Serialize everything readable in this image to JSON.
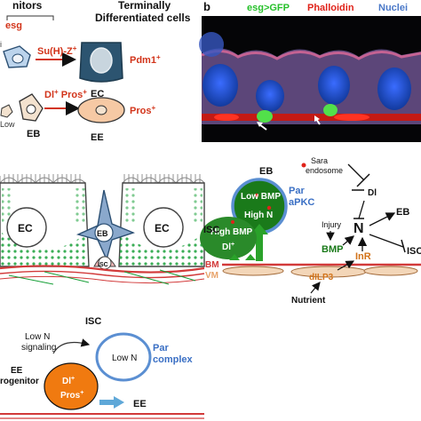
{
  "top_left": {
    "progenitors_header": "nitors",
    "terminal_header_line1": "Terminally",
    "terminal_header_line2": "Differentiated cells",
    "esg_label": "esg",
    "suh_label": "Su(H)-Z",
    "suh_sup": "+",
    "pdm1_label": "Pdm1",
    "pdm1_sup": "+",
    "ec_label": "EC",
    "dl_label": "Dl",
    "dl_sup": "+",
    "pros_inline": " Pros",
    "pros_inline_sup": "+",
    "pros_label": "Pros",
    "pros_sup": "+",
    "eb_label": "EB",
    "ee_label": "EE",
    "low_label": "Low",
    "i_label": "i"
  },
  "panel_b": {
    "panel_letter": "b",
    "legend_esg": "esg>GFP",
    "legend_phalloidin": "Phalloidin",
    "legend_nuclei": "Nuclei",
    "colors": {
      "esg": "#27c12b",
      "phalloidin": "#e0231a",
      "nuclei": "#4a78c8"
    }
  },
  "middle_left": {
    "ec_left": "EC",
    "ec_right": "EC",
    "eb": "EB",
    "isc": "ISC"
  },
  "middle_right": {
    "eb_label": "EB",
    "isc_label": "ISC",
    "low_bmp": "Low BMP",
    "high_n": "High N",
    "high_bmp": "High BMP",
    "dl_label": "Dl",
    "dl_sup": "+",
    "par_line1": "Par",
    "par_line2": "aPKC",
    "sara_line1": "Sara",
    "sara_line2": "endosome",
    "dl_inhibitor": "Dl",
    "n_center": "N",
    "eb_target": "EB",
    "isc_target": "ISC",
    "injury": "Injury",
    "bmp": "BMP",
    "inr": "InR",
    "bm": "BM",
    "vm": "VM",
    "dilp3": "dILP3",
    "nutrient": "Nutrient"
  },
  "bottom_left": {
    "isc_label": "ISC",
    "low_n_signaling_line1": "Low N",
    "low_n_signaling_line2": "signaling",
    "low_n": "Low N",
    "par_line1": "Par",
    "par_line2": "complex",
    "ee_line1": "EE",
    "ee_line2": "rogenitor",
    "dl_label": "Dl",
    "dl_sup": "+",
    "pros_label": "Pros",
    "pros_sup": "+",
    "ee_target": "EE"
  }
}
